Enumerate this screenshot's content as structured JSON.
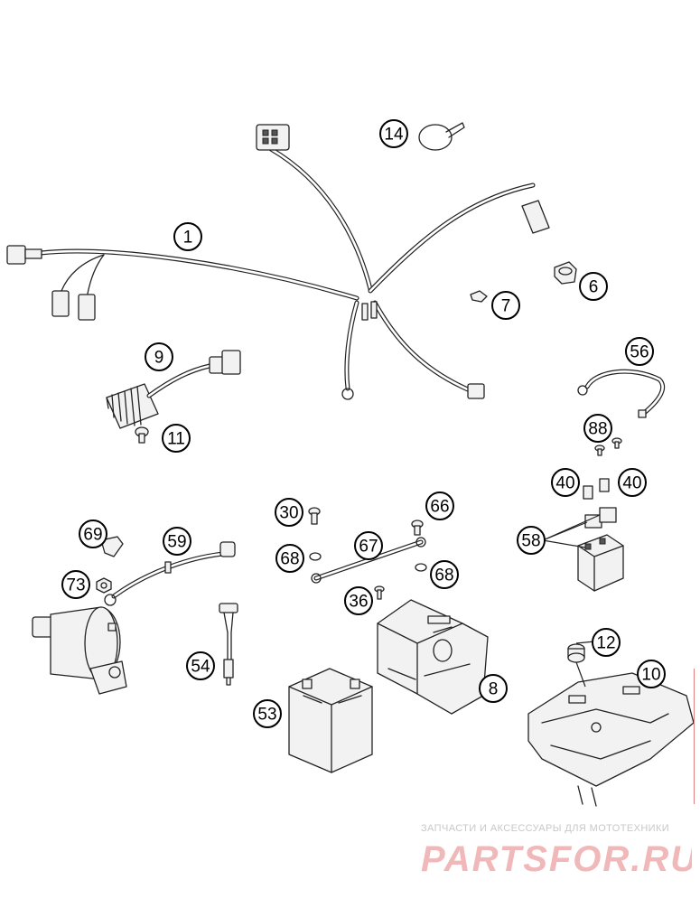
{
  "callouts": [
    {
      "id": "c1",
      "label": "1"
    },
    {
      "id": "c6",
      "label": "6"
    },
    {
      "id": "c7",
      "label": "7"
    },
    {
      "id": "c8",
      "label": "8"
    },
    {
      "id": "c9",
      "label": "9"
    },
    {
      "id": "c10",
      "label": "10"
    },
    {
      "id": "c11",
      "label": "11"
    },
    {
      "id": "c12",
      "label": "12"
    },
    {
      "id": "c14",
      "label": "14"
    },
    {
      "id": "c30",
      "label": "30"
    },
    {
      "id": "c36",
      "label": "36"
    },
    {
      "id": "c40a",
      "label": "40"
    },
    {
      "id": "c40b",
      "label": "40"
    },
    {
      "id": "c53",
      "label": "53"
    },
    {
      "id": "c54",
      "label": "54"
    },
    {
      "id": "c56",
      "label": "56"
    },
    {
      "id": "c58",
      "label": "58"
    },
    {
      "id": "c59",
      "label": "59"
    },
    {
      "id": "c66",
      "label": "66"
    },
    {
      "id": "c67",
      "label": "67"
    },
    {
      "id": "c68a",
      "label": "68"
    },
    {
      "id": "c68b",
      "label": "68"
    },
    {
      "id": "c69",
      "label": "69"
    },
    {
      "id": "c73",
      "label": "73"
    },
    {
      "id": "c88",
      "label": "88"
    }
  ],
  "watermark": {
    "tagline": "ЗАПЧАСТИ И АКСЕССУАРЫ ДЛЯ МОТОТЕХНИКИ",
    "logo": "PARTSFOR.RU",
    "color": "#f0b8b8"
  }
}
